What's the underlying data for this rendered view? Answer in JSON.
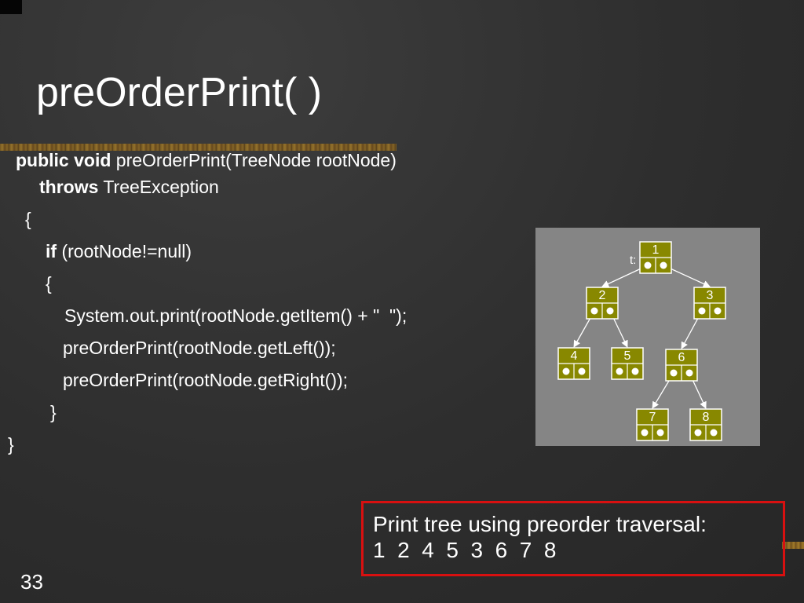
{
  "slide": {
    "title": "preOrderPrint( )",
    "number": "33"
  },
  "code": {
    "l1_kw": "public void",
    "l1_rest": " preOrderPrint(TreeNode rootNode)",
    "l2_kw": "throws",
    "l2_rest": " TreeException",
    "l3": "{",
    "l4_kw": "if",
    "l4_rest": " (rootNode!=null)",
    "l5": "{",
    "l6": "System.out.print(rootNode.getItem() + \"  \");",
    "l7": "preOrderPrint(rootNode.getLeft());",
    "l8": "preOrderPrint(rootNode.getRight());",
    "l9": "}",
    "l10": "}"
  },
  "tree": {
    "pointer_label": "t:",
    "nodes": [
      {
        "id": "1"
      },
      {
        "id": "2"
      },
      {
        "id": "3"
      },
      {
        "id": "4"
      },
      {
        "id": "5"
      },
      {
        "id": "6"
      },
      {
        "id": "7"
      },
      {
        "id": "8"
      }
    ]
  },
  "result": {
    "caption": "Print tree using preorder traversal:",
    "sequence": "1  2  4  5  3  6  7  8"
  },
  "colors": {
    "node_fill": "#888800",
    "panel": "#858585",
    "result_border": "#d81010"
  }
}
